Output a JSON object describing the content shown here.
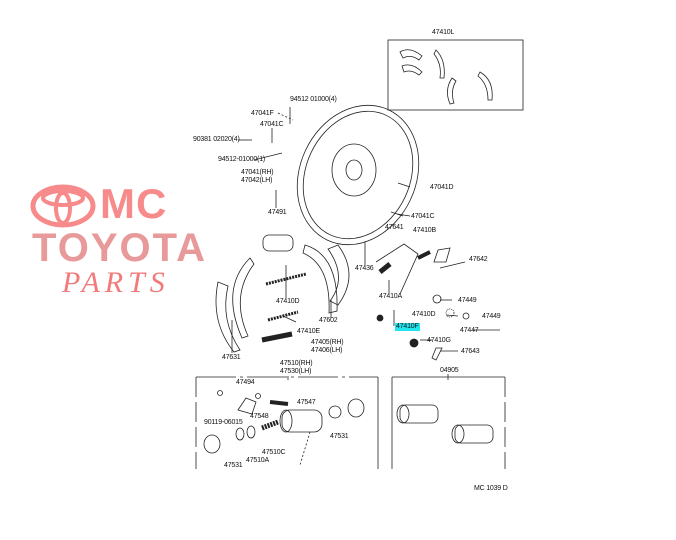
{
  "logo": {
    "line1": "MC",
    "line2": "TOYOTA",
    "line3": "PARTS",
    "color": "#f78a8a"
  },
  "labels": {
    "kit_shoes": "47410L",
    "nut_4": "94512 01000(4)",
    "p47041F": "47041F",
    "p47041C_a": "47041C",
    "bolt_90381": "90381 02020(4)",
    "nut_1": "94512-01000(1)",
    "plate_rh": "47041(RH)",
    "plate_lh": "47042(LH)",
    "p47491": "47491",
    "p47041D": "47041D",
    "p47041C_b": "47041C",
    "p47641": "47641",
    "p47410B": "47410B",
    "p47642": "47642",
    "p47436": "47436",
    "p47410D_a": "47410D",
    "p47410A": "47410A",
    "p47449_a": "47449",
    "p47410D_b": "47410D",
    "p47449_b": "47449",
    "p47410F": "47410F",
    "p47447": "47447",
    "p47410E": "47410E",
    "p47602": "47602",
    "adj_rh": "47405(RH)",
    "adj_lh": "47406(LH)",
    "p47410G": "47410G",
    "p47643": "47643",
    "p47631": "47631",
    "cyl_rh": "47510(RH)",
    "cyl_lh": "47530(LH)",
    "p04905": "04905",
    "p47494": "47494",
    "p47547": "47547",
    "p47548": "47548",
    "bolt_90119": "90119-06015",
    "p47531_a": "47531",
    "p47510C": "47510C",
    "p47531_b": "47531",
    "p47510A": "47510A",
    "figure_code": "MC 1039 D"
  },
  "highlight_color": "#22e6f0"
}
